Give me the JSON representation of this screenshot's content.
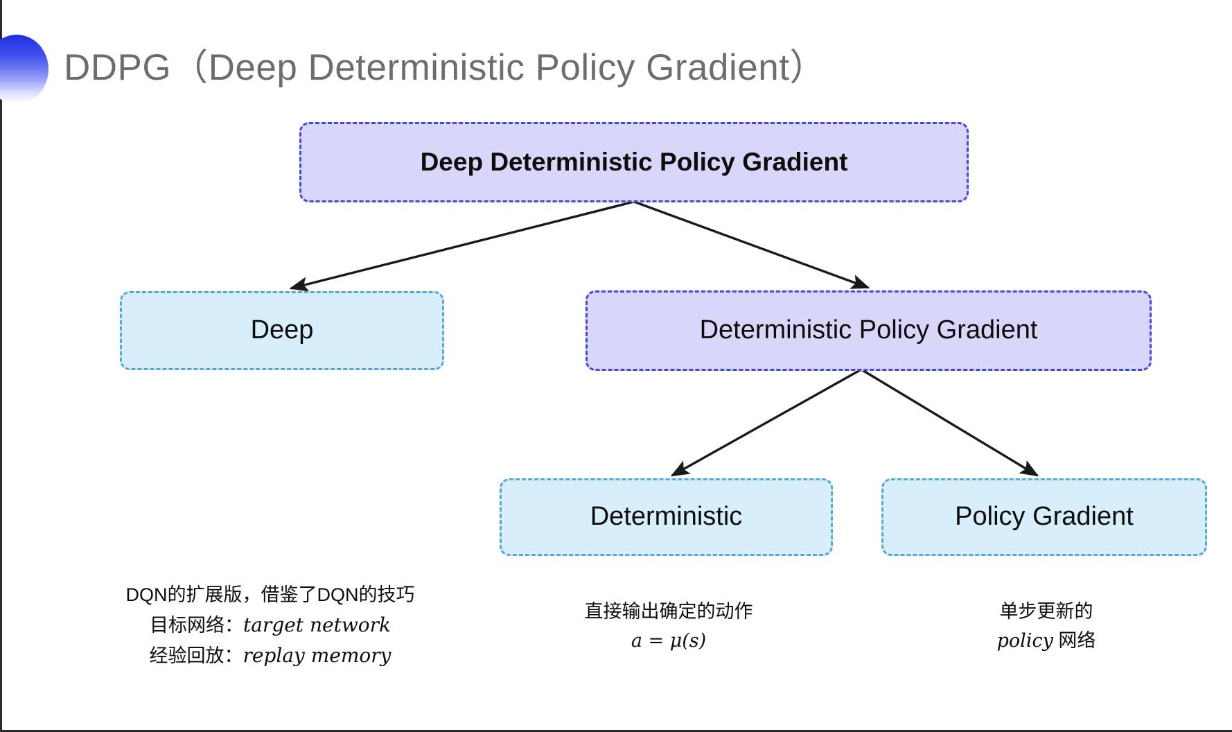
{
  "slide": {
    "title": "DDPG（Deep Deterministic Policy Gradient）",
    "bullet_icon": "half-circle-gradient-bullet",
    "background_color": "#ffffff"
  },
  "colors": {
    "purple_fill": "#d8d7fa",
    "purple_border": "#4646d8",
    "cyan_fill": "#d8eefb",
    "cyan_border": "#55a9d9",
    "title_text": "#6d6d6d",
    "body_text": "#0d0d0d",
    "connector": "#1a1a1a",
    "bullet_gradient_start": "#1f2fe0",
    "bullet_gradient_end": "#ffffff"
  },
  "diagram": {
    "type": "tree",
    "nodes": [
      {
        "id": "root",
        "label": "Deep Deterministic Policy Gradient",
        "style": "purple"
      },
      {
        "id": "deep",
        "label": "Deep",
        "style": "cyan"
      },
      {
        "id": "dpg",
        "label": "Deterministic Policy Gradient",
        "style": "purple"
      },
      {
        "id": "det",
        "label": "Deterministic",
        "style": "cyan"
      },
      {
        "id": "pg",
        "label": "Policy Gradient",
        "style": "cyan"
      }
    ],
    "edges": [
      {
        "from": "root",
        "to": "deep",
        "arrow": "solid-filled"
      },
      {
        "from": "root",
        "to": "dpg",
        "arrow": "solid-filled"
      },
      {
        "from": "dpg",
        "to": "det",
        "arrow": "solid-filled"
      },
      {
        "from": "dpg",
        "to": "pg",
        "arrow": "solid-filled"
      }
    ]
  },
  "annotations": {
    "deep": {
      "line1": "DQN的扩展版，借鉴了DQN的技巧",
      "line2_label": "目标网络：",
      "line2_term": "target network",
      "line3_label": "经验回放：",
      "line3_term": "replay memory"
    },
    "deterministic": {
      "line1": "直接输出确定的动作",
      "formula": "a = μ(s)"
    },
    "policy_gradient": {
      "line1": "单步更新的",
      "line2_term": "policy",
      "line2_tail": " 网络"
    }
  }
}
